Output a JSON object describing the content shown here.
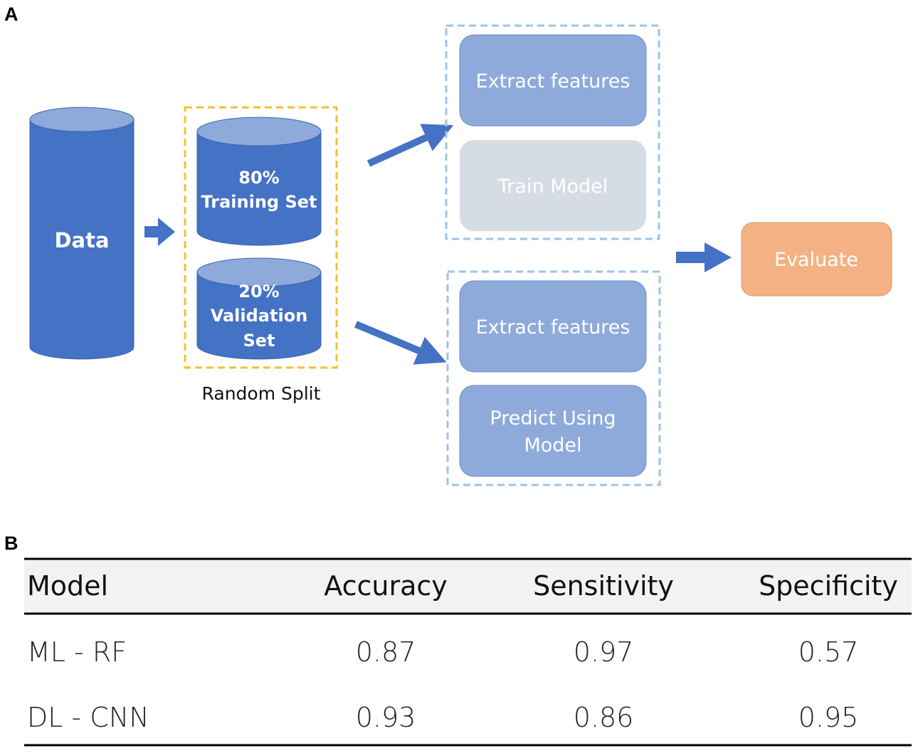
{
  "panel_a": {
    "letter": "A",
    "data_cylinder": {
      "label": "Data"
    },
    "training_set": {
      "line1": "80%",
      "line2": "Training Set"
    },
    "validation_set": {
      "line1": "20%",
      "line2": "Validation",
      "line3": "Set"
    },
    "split_caption": "Random Split",
    "train_group": {
      "step1": "Extract features",
      "step2": "Train Model"
    },
    "validate_group": {
      "step1": "Extract features",
      "step2_line1": "Predict Using",
      "step2_line2": "Model"
    },
    "evaluate": "Evaluate",
    "colors": {
      "cylinder": "#4472c4",
      "cylinder_top": "#8eaadb",
      "box_blue": "#8eaadb",
      "box_gray": "#d6dce4",
      "box_orange": "#f4b183",
      "split_border": "#f5c02a",
      "group_border": "#9dc3e6",
      "arrow": "#4472c4"
    }
  },
  "panel_b": {
    "letter": "B",
    "table": {
      "headers": [
        "Model",
        "Accuracy",
        "Sensitivity",
        "Specificity"
      ],
      "rows": [
        [
          "ML - RF",
          "0.87",
          "0.97",
          "0.57"
        ],
        [
          "DL - CNN",
          "0.93",
          "0.86",
          "0.95"
        ]
      ]
    }
  }
}
